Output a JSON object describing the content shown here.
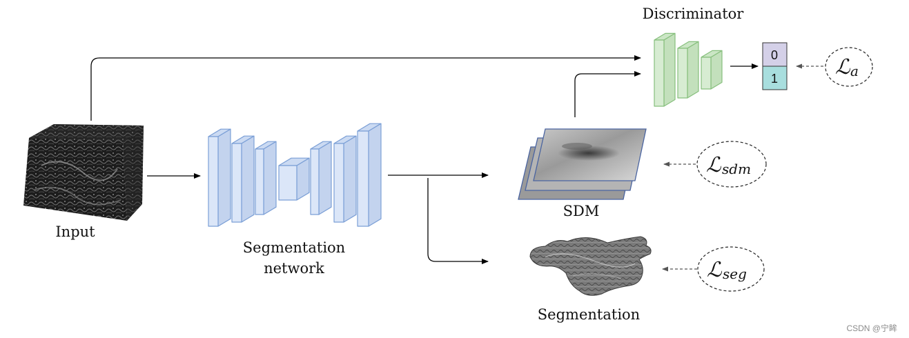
{
  "labels": {
    "input": "Input",
    "seg_network_line1": "Segmentation",
    "seg_network_line2": "network",
    "sdm": "SDM",
    "segmentation": "Segmentation",
    "discriminator": "Discriminator"
  },
  "discriminator_output": {
    "top": "0",
    "bottom": "1"
  },
  "losses": {
    "adversarial": {
      "symbol": "ℒ",
      "subscript": "a"
    },
    "sdm": {
      "symbol": "ℒ",
      "subscript": "sdm"
    },
    "seg": {
      "symbol": "ℒ",
      "subscript": "seg"
    }
  },
  "watermark": "CSDN @宁眸",
  "colors": {
    "encoder_face": "#dbe6f8",
    "encoder_stroke": "#7b9fd6",
    "discriminator_face": "#d7ecd2",
    "discriminator_stroke": "#86bf7c",
    "output_zero": "#d4d0e8",
    "output_one": "#a8dede",
    "sdm_stroke": "#4a64a0"
  }
}
